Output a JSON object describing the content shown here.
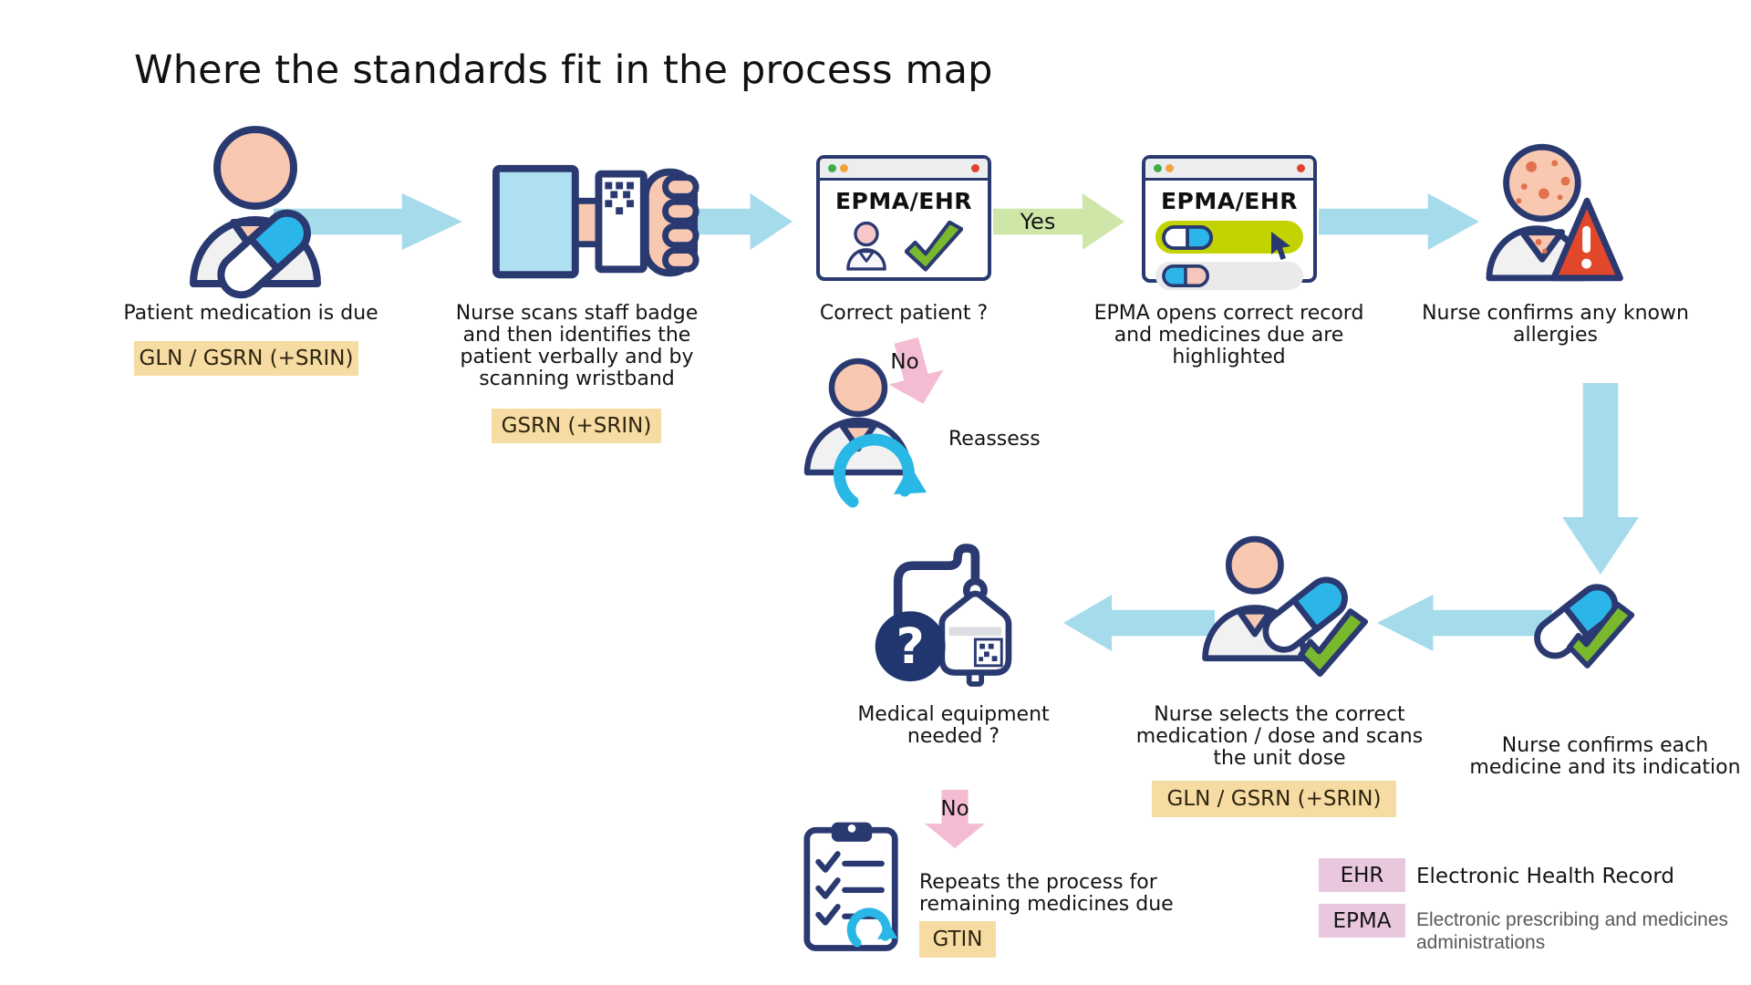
{
  "title": "Where the standards fit in the process map",
  "nodes": {
    "patient_due": {
      "lines": [
        "Patient medication is due"
      ],
      "tag": "GLN / GSRN (+SRIN)"
    },
    "nurse_scans": {
      "lines": [
        "Nurse scans staff badge",
        "and then identifies the",
        "patient verbally and by",
        "scanning wristband"
      ],
      "tag": "GSRN (+SRIN)"
    },
    "correct_patient": {
      "window_title": "EPMA/EHR",
      "lines": [
        "Correct patient ?"
      ]
    },
    "epma_opens": {
      "window_title": "EPMA/EHR",
      "lines": [
        "EPMA opens correct record",
        "and medicines due are",
        "highlighted"
      ]
    },
    "confirm_allergies": {
      "lines": [
        "Nurse confirms any known",
        "allergies"
      ]
    },
    "confirm_each": {
      "lines": [
        "Nurse confirms each",
        "medicine and its indication"
      ]
    },
    "nurse_selects": {
      "lines": [
        "Nurse selects the correct",
        "medication / dose and scans",
        "the unit dose"
      ],
      "tag": "GLN / GSRN (+SRIN)"
    },
    "equipment": {
      "lines": [
        "Medical equipment",
        "needed ?"
      ]
    },
    "repeats": {
      "lines": [
        "Repeats the process for",
        "remaining medicines due"
      ],
      "tag": "GTIN"
    },
    "reassess_label": "Reassess"
  },
  "connectors": {
    "yes": "Yes",
    "no_top": "No",
    "no_bottom": "No"
  },
  "legend": {
    "items": [
      {
        "abbr": "EHR",
        "lines": [
          "Electronic Health Record"
        ]
      },
      {
        "abbr": "EPMA",
        "lines": [
          "Electronic prescribing and medicines",
          "administrations"
        ]
      }
    ]
  },
  "colors": {
    "navy_outline": "#2A3A71",
    "skin": "#F8C8B0",
    "arrow_blue": "#A6DBEC",
    "arrow_yes_green": "#CEE7A9",
    "arrow_no_pink": "#F3BCD2",
    "pill_cyan": "#2CB5E8",
    "check_green": "#7AB82D",
    "highlight_lime": "#C3D301",
    "warning_red": "#E1472B",
    "tag_tan": "#F6DCA2",
    "tag_pink": "#E8C7DF"
  }
}
